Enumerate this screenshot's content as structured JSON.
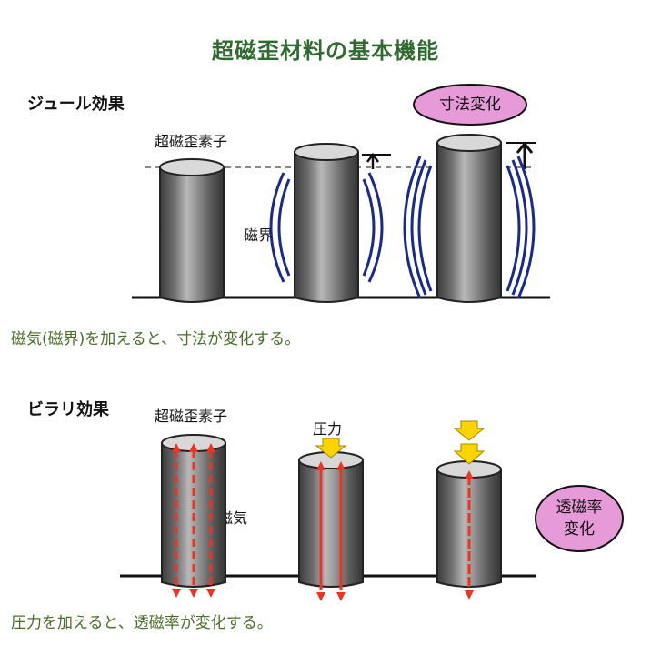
{
  "title": "超磁歪材料の基本機能",
  "joule": {
    "label": "ジュール効果",
    "element_label": "超磁歪素子",
    "field_label": "磁界",
    "badge": "寸法変化",
    "caption": "磁気(磁界)を加えると、寸法が変化する。"
  },
  "villari": {
    "label": "ビラリ効果",
    "element_label": "超磁歪素子",
    "pressure_label": "圧力",
    "flux_label": "磁気",
    "badge_line1": "透磁率",
    "badge_line2": "変化",
    "caption": "圧力を加えると、透磁率が変化する。"
  },
  "colors": {
    "title": "#2f6b2f",
    "caption": "#4a6e2a",
    "field_lines": "#1a2a8c",
    "flux_arrows": "#ee3322",
    "pressure_arrows": "#ffd400",
    "badge_fill": "#e79ad8"
  }
}
